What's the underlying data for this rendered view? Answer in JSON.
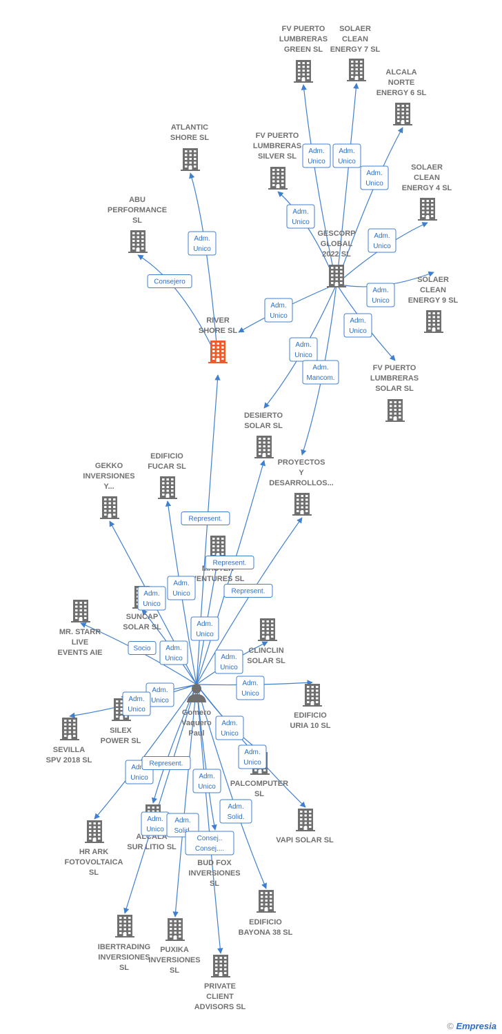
{
  "nodes": [
    {
      "id": "river",
      "type": "company",
      "highlight": true,
      "lines": [
        "RIVER",
        "SHORE  SL"
      ]
    },
    {
      "id": "gescorp",
      "type": "company",
      "lines": [
        "GESCORP",
        "GLOBAL",
        "2022  SL"
      ]
    },
    {
      "id": "person",
      "type": "person",
      "lines": [
        "Gomero",
        "Vaquero",
        "Paul"
      ]
    },
    {
      "id": "fv_green",
      "type": "company",
      "lines": [
        "FV PUERTO",
        "LUMBRERAS",
        "GREEN  SL"
      ]
    },
    {
      "id": "solaer7",
      "type": "company",
      "lines": [
        "SOLAER",
        "CLEAN",
        "ENERGY 7  SL"
      ]
    },
    {
      "id": "alcala_norte",
      "type": "company",
      "lines": [
        "ALCALA",
        "NORTE",
        "ENERGY 6  SL"
      ]
    },
    {
      "id": "atlantic",
      "type": "company",
      "lines": [
        "ATLANTIC",
        "SHORE  SL"
      ]
    },
    {
      "id": "fv_silver",
      "type": "company",
      "lines": [
        "FV PUERTO",
        "LUMBRERAS",
        "SILVER  SL"
      ]
    },
    {
      "id": "solaer4",
      "type": "company",
      "lines": [
        "SOLAER",
        "CLEAN",
        "ENERGY 4  SL"
      ]
    },
    {
      "id": "abu",
      "type": "company",
      "lines": [
        "ABU",
        "PERFORMANCE",
        "SL"
      ]
    },
    {
      "id": "solaer9",
      "type": "company",
      "lines": [
        "SOLAER",
        "CLEAN",
        "ENERGY 9  SL"
      ]
    },
    {
      "id": "fv_solar",
      "type": "company",
      "lines": [
        "FV PUERTO",
        "LUMBRERAS",
        "SOLAR  SL"
      ]
    },
    {
      "id": "desierto",
      "type": "company",
      "lines": [
        "DESIERTO",
        "SOLAR  SL"
      ]
    },
    {
      "id": "proyectos",
      "type": "company",
      "lines": [
        "PROYECTOS",
        "Y",
        "DESARROLLOS..."
      ]
    },
    {
      "id": "gekko",
      "type": "company",
      "lines": [
        "GEKKO",
        "INVERSIONES",
        "Y..."
      ]
    },
    {
      "id": "fucar",
      "type": "company",
      "lines": [
        "EDIFICIO",
        "FUCAR  SL"
      ]
    },
    {
      "id": "master",
      "type": "company",
      "lines": [
        "MASTER",
        "VENTURES  SL"
      ]
    },
    {
      "id": "suncap",
      "type": "company",
      "lines": [
        "SUNCAP",
        "SOLAR  SL"
      ]
    },
    {
      "id": "starr",
      "type": "company",
      "lines": [
        "MR.  STARR",
        "LIVE",
        "EVENTS  AIE"
      ]
    },
    {
      "id": "clinclin",
      "type": "company",
      "lines": [
        "CLINCLIN",
        "SOLAR  SL"
      ]
    },
    {
      "id": "uria",
      "type": "company",
      "lines": [
        "EDIFICIO",
        "URIA 10  SL"
      ]
    },
    {
      "id": "silex",
      "type": "company",
      "lines": [
        "SILEX",
        "POWER  SL"
      ]
    },
    {
      "id": "sevilla",
      "type": "company",
      "lines": [
        "SEVILLA",
        "SPV 2018  SL"
      ]
    },
    {
      "id": "palcomputer",
      "type": "company",
      "lines": [
        "PALCOMPUTER",
        "SL"
      ]
    },
    {
      "id": "vapi",
      "type": "company",
      "lines": [
        "VAPI SOLAR SL"
      ]
    },
    {
      "id": "hr_ark",
      "type": "company",
      "lines": [
        "HR ARK",
        "FOTOVOLTAICA",
        "SL"
      ]
    },
    {
      "id": "alcala_sur",
      "type": "company",
      "lines": [
        "ALCALA",
        "SUR LITIO  SL"
      ]
    },
    {
      "id": "bud_fox",
      "type": "company",
      "lines": [
        "BUD FOX",
        "INVERSIONES",
        "SL"
      ]
    },
    {
      "id": "bayona",
      "type": "company",
      "lines": [
        "EDIFICIO",
        "BAYONA 38  SL"
      ]
    },
    {
      "id": "ibertrading",
      "type": "company",
      "lines": [
        "IBERTRADING",
        "INVERSIONES",
        "SL"
      ]
    },
    {
      "id": "puxika",
      "type": "company",
      "lines": [
        "PUXIKA",
        "INVERSIONES",
        "SL"
      ]
    },
    {
      "id": "private",
      "type": "company",
      "lines": [
        "PRIVATE",
        "CLIENT",
        "ADVISORS  SL"
      ]
    }
  ],
  "edges": [
    {
      "from": "gescorp",
      "to": "fv_green",
      "label": [
        "Adm.",
        "Unico"
      ]
    },
    {
      "from": "gescorp",
      "to": "solaer7",
      "label": [
        "Adm.",
        "Unico"
      ]
    },
    {
      "from": "gescorp",
      "to": "alcala_norte",
      "label": [
        "Adm.",
        "Unico"
      ]
    },
    {
      "from": "gescorp",
      "to": "fv_silver",
      "label": [
        "Adm.",
        "Unico"
      ]
    },
    {
      "from": "gescorp",
      "to": "solaer4",
      "label": [
        "Adm.",
        "Unico"
      ]
    },
    {
      "from": "gescorp",
      "to": "solaer9",
      "label": [
        "Adm.",
        "Unico"
      ]
    },
    {
      "from": "gescorp",
      "to": "fv_solar",
      "label": [
        "Adm.",
        "Unico"
      ]
    },
    {
      "from": "gescorp",
      "to": "river",
      "label": [
        "Adm.",
        "Unico"
      ]
    },
    {
      "from": "gescorp",
      "to": "desierto",
      "label": [
        "Adm.",
        "Unico"
      ]
    },
    {
      "from": "gescorp",
      "to": "proyectos",
      "label": [
        "Adm.",
        "Mancom."
      ]
    },
    {
      "from": "river",
      "to": "atlantic",
      "label": [
        "Adm.",
        "Unico"
      ]
    },
    {
      "from": "river",
      "to": "abu",
      "label": [
        "Consejero"
      ]
    },
    {
      "from": "person",
      "to": "river",
      "label": [
        "Represent."
      ]
    },
    {
      "from": "person",
      "to": "desierto",
      "label": [
        "Represent."
      ]
    },
    {
      "from": "person",
      "to": "proyectos",
      "label": [
        "Represent."
      ]
    },
    {
      "from": "person",
      "to": "gekko",
      "label": [
        "Adm.",
        "Unico"
      ]
    },
    {
      "from": "person",
      "to": "fucar",
      "label": [
        "Adm.",
        "Unico"
      ]
    },
    {
      "from": "person",
      "to": "master",
      "label": [
        "Adm.",
        "Unico"
      ]
    },
    {
      "from": "person",
      "to": "suncap",
      "label": [
        "Adm.",
        "Unico"
      ]
    },
    {
      "from": "person",
      "to": "starr",
      "label": [
        "Socio"
      ]
    },
    {
      "from": "person",
      "to": "clinclin",
      "label": [
        "Adm.",
        "Unico"
      ]
    },
    {
      "from": "person",
      "to": "uria",
      "label": [
        "Adm.",
        "Unico"
      ]
    },
    {
      "from": "person",
      "to": "silex",
      "label": [
        "Adm.",
        "Unico"
      ]
    },
    {
      "from": "person",
      "to": "sevilla",
      "label": [
        "Adm.",
        "Unico"
      ]
    },
    {
      "from": "person",
      "to": "palcomputer",
      "label": [
        "Adm.",
        "Unico"
      ]
    },
    {
      "from": "person",
      "to": "vapi",
      "label": [
        "Adm.",
        "Unico"
      ]
    },
    {
      "from": "person",
      "to": "hr_ark",
      "label": [
        "Adm.",
        "Unico"
      ]
    },
    {
      "from": "person",
      "to": "alcala_sur",
      "label": [
        "Represent."
      ]
    },
    {
      "from": "person",
      "to": "bud_fox",
      "label": [
        "Adm.",
        "Unico"
      ]
    },
    {
      "from": "person",
      "to": "bayona",
      "label": [
        "Adm.",
        "Solid."
      ]
    },
    {
      "from": "person",
      "to": "ibertrading",
      "label": [
        "Adm.",
        "Unico"
      ]
    },
    {
      "from": "person",
      "to": "puxika",
      "label": [
        "Adm.",
        "Solid."
      ]
    },
    {
      "from": "person",
      "to": "private",
      "label": [
        "Consej..",
        "Consej...."
      ]
    }
  ],
  "colors": {
    "edge": "#3f7fd0",
    "building": "#6f6f6f",
    "highlight": "#f05a28",
    "person": "#6f6f6f"
  },
  "footer": {
    "copyright": "©",
    "brand": "Empresia"
  }
}
